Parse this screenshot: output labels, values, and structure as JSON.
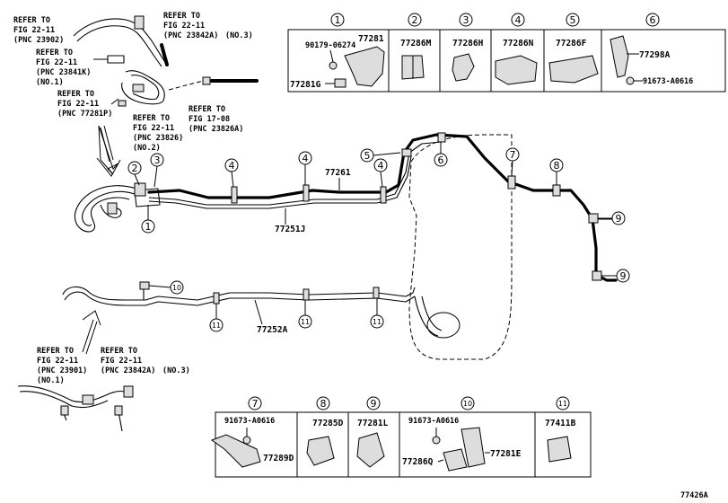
{
  "diagram_code": "77426A",
  "refs": {
    "r1": {
      "l1": "REFER TO",
      "l2": "FIG 22-11",
      "l3": "(PNC 23902)"
    },
    "r2": {
      "l1": "REFER TO",
      "l2": "FIG 22-11",
      "l3": "(PNC 23842A)",
      "l4": "(NO.3)"
    },
    "r3": {
      "l1": "REFER TO",
      "l2": "FIG 22-11",
      "l3": "(PNC 23841K)",
      "l4": "(NO.1)"
    },
    "r4": {
      "l1": "REFER TO",
      "l2": "FIG 22-11",
      "l3": "(PNC 77281P)"
    },
    "r5": {
      "l1": "REFER TO",
      "l2": "FIG 22-11",
      "l3": "(PNC 23826)",
      "l4": "(NO.2)"
    },
    "r6": {
      "l1": "REFER TO",
      "l2": "FIG 17-08",
      "l3": "(PNC 23826A)"
    },
    "r7": {
      "l1": "REFER TO",
      "l2": "FIG 22-11",
      "l3": "(PNC 23901)",
      "l4": "(NO.1)"
    },
    "r8": {
      "l1": "REFER TO",
      "l2": "FIG 22-11",
      "l3": "(PNC 23842A)",
      "l4": "(NO.3)"
    }
  },
  "top_boxes": [
    {
      "num": "1",
      "parts": [
        "77281",
        "90179-06274",
        "77281G"
      ]
    },
    {
      "num": "2",
      "parts": [
        "77286M"
      ]
    },
    {
      "num": "3",
      "parts": [
        "77286H"
      ]
    },
    {
      "num": "4",
      "parts": [
        "77286N"
      ]
    },
    {
      "num": "5",
      "parts": [
        "77286F"
      ]
    },
    {
      "num": "6",
      "parts": [
        "77298A",
        "91673-A0616"
      ]
    }
  ],
  "bottom_boxes": [
    {
      "num": "7",
      "parts": [
        "91673-A0616",
        "77289D"
      ]
    },
    {
      "num": "8",
      "parts": [
        "77285D"
      ]
    },
    {
      "num": "9",
      "parts": [
        "77281L"
      ]
    },
    {
      "num": "10",
      "parts": [
        "91673-A0616",
        "77281E",
        "77286Q"
      ]
    },
    {
      "num": "11",
      "parts": [
        "77411B"
      ]
    }
  ],
  "main_labels": {
    "tube_upper": "77261",
    "tube_lower": "77251J",
    "tube_return": "77252A"
  },
  "callouts": [
    "1",
    "2",
    "3",
    "4",
    "5",
    "6",
    "7",
    "8",
    "9",
    "10",
    "11"
  ]
}
